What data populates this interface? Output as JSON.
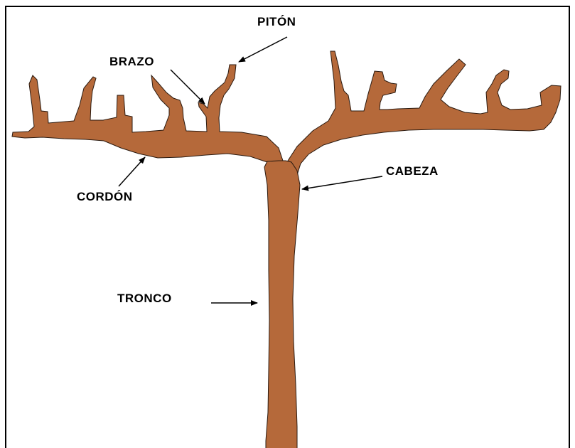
{
  "labels": {
    "piton": "PITÓN",
    "brazo": "BRAZO",
    "cordon": "CORDÓN",
    "cabeza": "CABEZA",
    "tronco": "TRONCO"
  },
  "colors": {
    "vine": "#B5693A",
    "outline": "#2a1a10",
    "frame": "#000000",
    "background": "#ffffff"
  }
}
